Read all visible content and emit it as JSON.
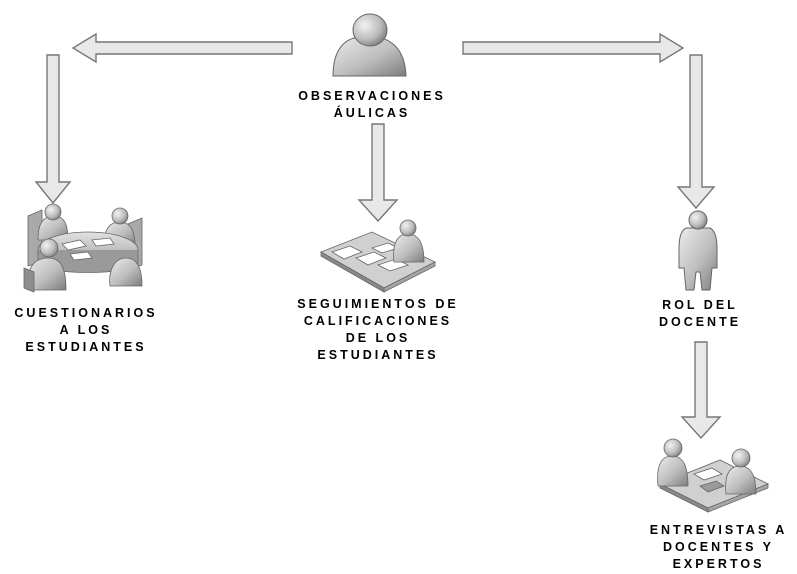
{
  "nodes": {
    "center": {
      "lines": [
        "OBSERVACIONES",
        "ÁULICAS"
      ]
    },
    "left": {
      "lines": [
        "CUESTIONARIOS",
        "A LOS",
        "ESTUDIANTES"
      ]
    },
    "middle": {
      "lines": [
        "SEGUIMIENTOS DE",
        "CALIFICACIONES",
        "DE LOS",
        "ESTUDIANTES"
      ]
    },
    "right": {
      "lines": [
        "ROL DEL",
        "DOCENTE"
      ]
    },
    "bottom": {
      "lines": [
        "ENTREVISTAS A",
        "DOCENTES Y",
        "EXPERTOS"
      ]
    }
  },
  "colors": {
    "arrow_fill": "#e6e6e6",
    "arrow_stroke": "#777777",
    "figure_light": "#d8d8d8",
    "figure_dark": "#8a8a8a"
  },
  "icons": {
    "center": "person-icon",
    "left": "meeting-table-icon",
    "middle": "desk-worker-icon",
    "right": "standing-person-icon",
    "bottom": "interview-icon"
  }
}
